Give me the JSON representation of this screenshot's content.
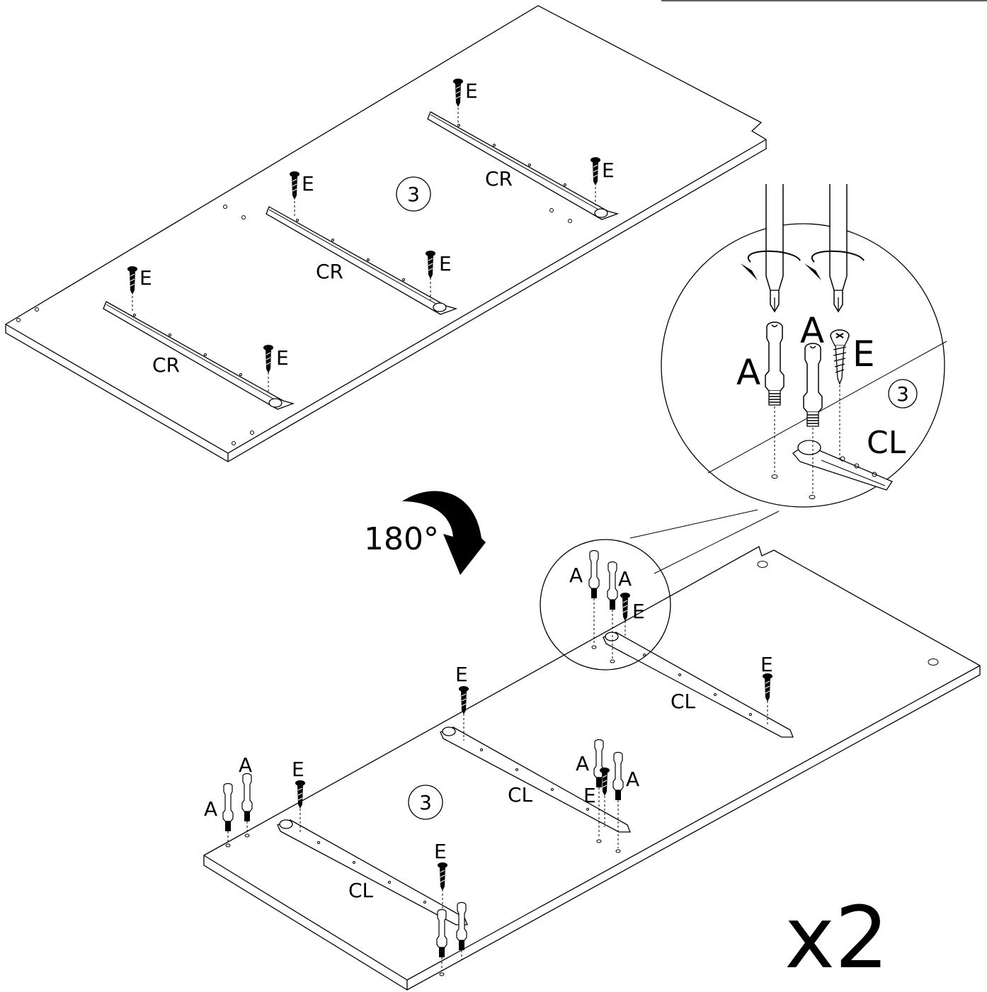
{
  "labels": {
    "screw": "E",
    "cam_bolt": "A",
    "rail_right": "CR",
    "rail_left": "CL",
    "step_number": "3",
    "rotation": "180°",
    "quantity": "x2"
  }
}
